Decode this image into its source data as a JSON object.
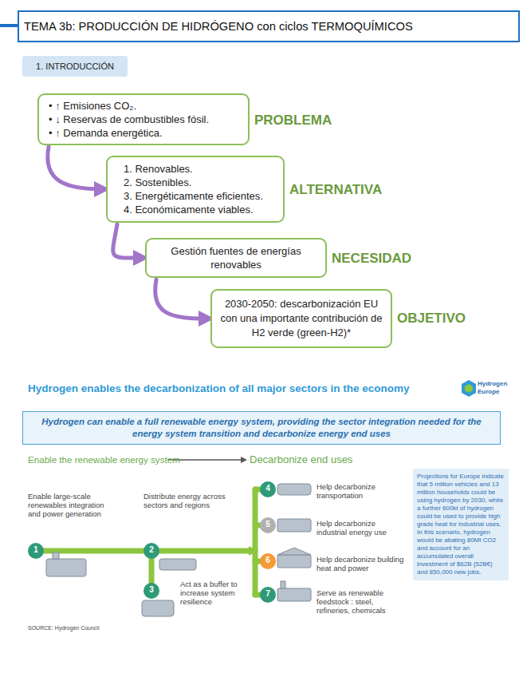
{
  "diagram": {
    "title": "TEMA 3b: PRODUCCIÓN DE HIDRÓGENO con ciclos TERMOQUÍMICOS",
    "nodes": [
      {
        "text": [
          "1.  INTRODUCCIÓN"
        ]
      },
      {
        "text": [
          "• ↑ Emisiones CO₂.",
          "• ↓ Reservas de combustibles fósil.",
          "• ↑ Demanda energética.",
          "PROBLEMA"
        ]
      },
      {
        "text": [
          "1. Renovables.",
          "2. Sostenibles.",
          "3. Energéticamente eficientes.",
          "4. Económicamente viables.",
          "ALTERNATIVA"
        ]
      },
      {
        "text": [
          "Gestión fuentes de energías renovables",
          "NECESIDAD"
        ]
      },
      {
        "text": [
          "2030-2050:  descarbonización EU con una importante contribución de H2 verde (green-H2)*",
          "OBJETIVO"
        ]
      },
      {
        "text": [
          "Hydrogen can enable a full renewable energy system, providing the sector integration needed for the energy system transition and decarbonize energy end uses"
        ]
      },
      {
        "text": [
          "Projections for Europe indicate that 5 million vehicles and 13 million households could be using hydrogen by 2030, while a further 600kt of hydrogen could be used to provide high grade heat for industrial uses. In this scenario, hydrogen would be abating 80Mt CO2 and account for an accumulated overall investment of $62B (52B€) and 850,000 new jobs."
        ]
      }
    ],
    "edges": [
      {
        "from": 1,
        "to": 2,
        "arrow": "to"
      },
      {
        "from": 2,
        "to": 3,
        "arrow": "to"
      },
      {
        "from": 3,
        "to": 4,
        "arrow": "to"
      }
    ],
    "labels": [
      "Hydrogen enables the decarbonization of all major sectors in the economy",
      "Hydrogen Europe",
      "Enable the renewable energy system",
      "Decarbonize end uses",
      "1",
      "Enable large-scale renewables integration and power generation",
      "2",
      "Distribute energy across sectors and regions",
      "3",
      "Act as a buffer to increase system resilience",
      "4",
      "Help decarbonize transportation",
      "5",
      "Help decarbonize industrial energy use",
      "6",
      "Help decarbonize building heat and power",
      "7",
      "Serve as renewable feedstock : steel, refineries, chemicals",
      "SOURCE: Hydrogen Council"
    ]
  }
}
